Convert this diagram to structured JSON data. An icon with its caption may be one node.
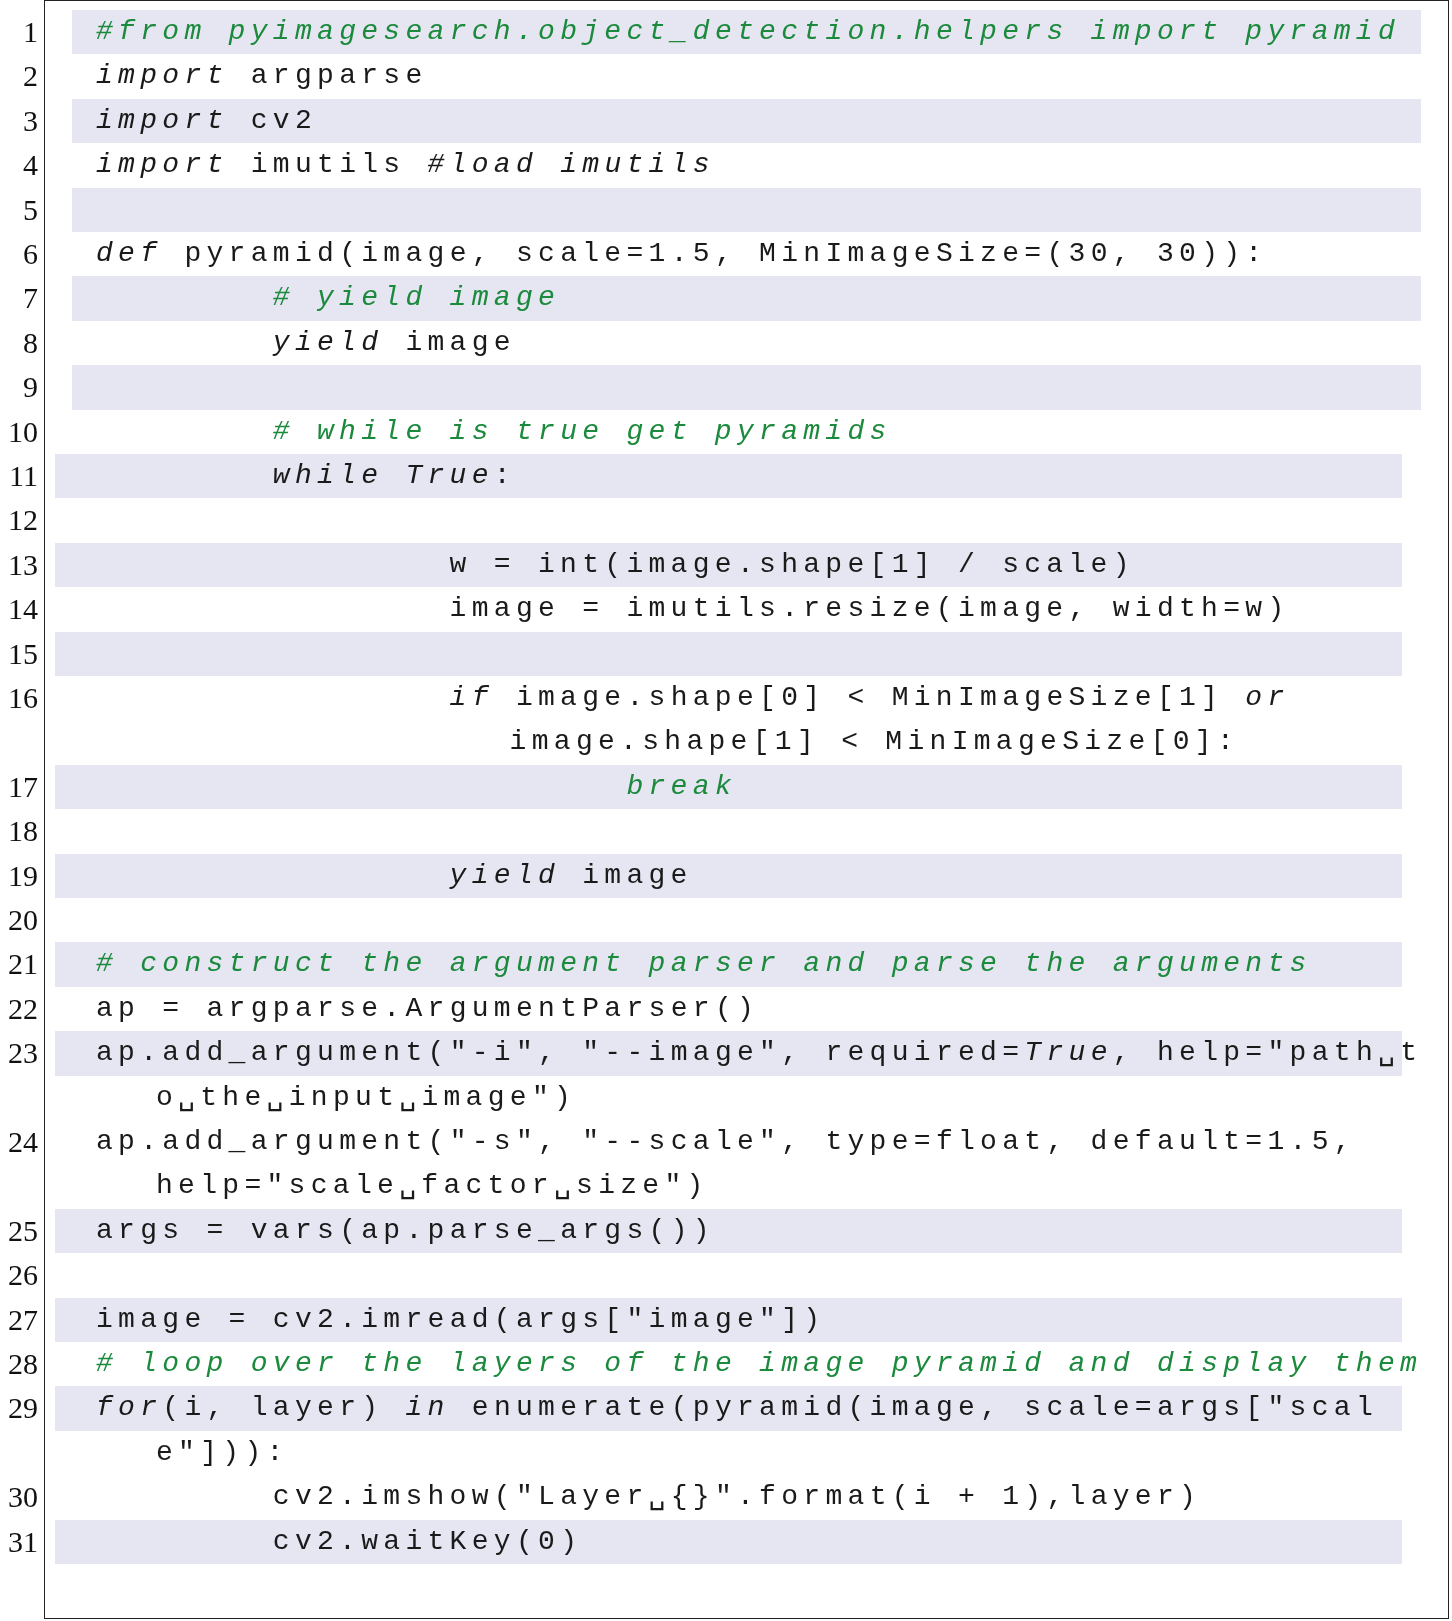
{
  "diagram": {
    "labels": [
      "1",
      "#from pyimagesearch.object_detection.helpers import pyramid",
      "2",
      "*import* argparse",
      "3",
      "*import* cv2",
      "4",
      "*import* imutils *#load imutils*",
      "5",
      "6",
      "*def* pyramid(image, scale=1.5, MinImageSize=(30, 30)):",
      "7",
      "# yield image",
      "8",
      "*yield* image",
      "9",
      "10",
      "# while is true get pyramids",
      "11",
      "*while True*:",
      "12",
      "13",
      "w = int(image.shape[1] / scale)",
      "14",
      "image = imutils.resize(image, width=w)",
      "15",
      "16",
      "*if* image.shape[0] < MinImageSize[1] *or* image.shape[1] < MinImageSize[0]:",
      "17",
      "break",
      "18",
      "19",
      "*yield* image",
      "20",
      "21",
      "# construct the argument parser and parse the arguments",
      "22",
      "ap = argparse.ArgumentParser()",
      "23",
      "ap.add_argument(\"-i\", \"--image\", required=*True*, help=\"path␣to␣the␣input␣image\")",
      "24",
      "ap.add_argument(\"-s\", \"--scale\", type=float, default=1.5, help=\"scale␣factor␣size\")",
      "25",
      "args = vars(ap.parse_args())",
      "26",
      "27",
      "image = cv2.imread(args[\"image\"])",
      "28",
      "# loop over the layers of the image pyramid and display them",
      "29",
      "*for*(i, layer) *in* enumerate(pyramid(image, scale=args[\"scale\"])):",
      "30",
      "cv2.imshow(\"Layer␣{}\".format(i + 1),layer)",
      "31",
      "cv2.waitKey(0)"
    ]
  }
}
